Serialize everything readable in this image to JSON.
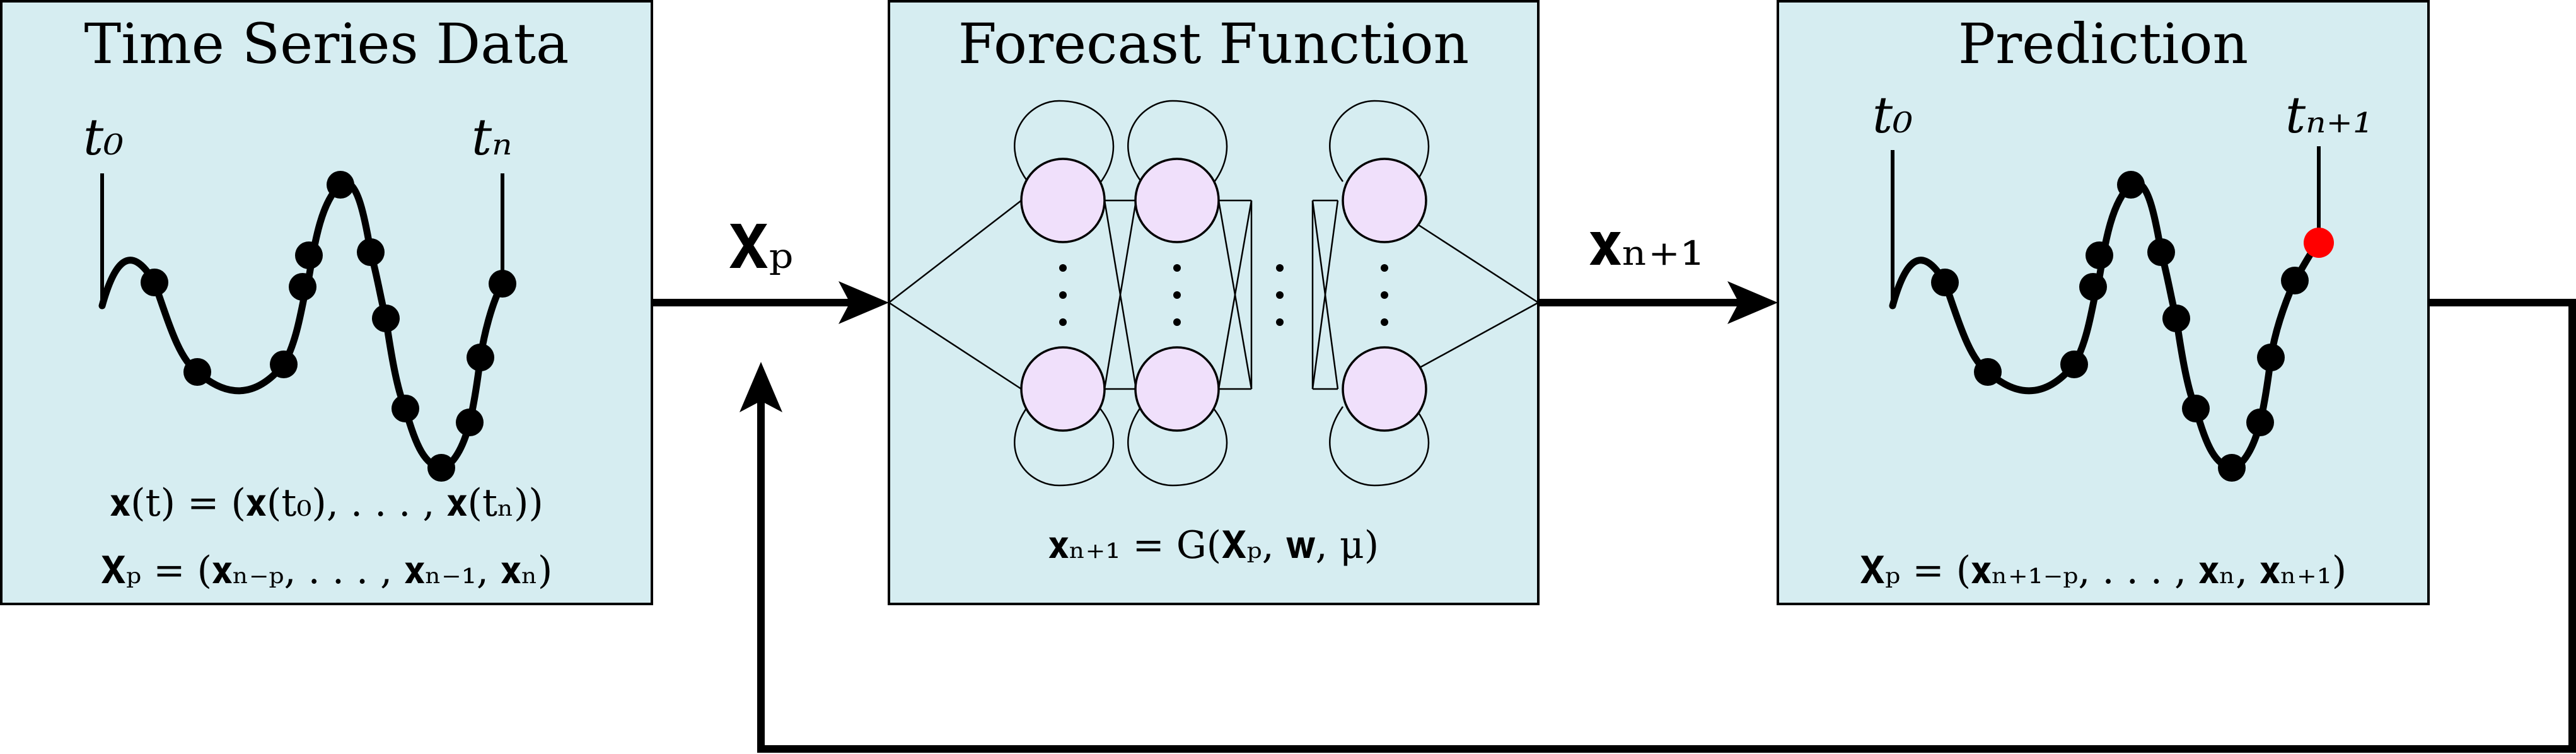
{
  "panels": {
    "input": {
      "title": "Time Series Data",
      "tick_start": "t₀",
      "tick_end": "tₙ",
      "formula_series": "𝐱(t) = (𝐱(t₀), . . . , 𝐱(tₙ))",
      "formula_window": "𝐗ₚ = (𝐱ₙ₋ₚ, . . . , 𝐱ₙ₋₁, 𝐱ₙ)"
    },
    "model": {
      "title": "Forecast Function",
      "formula": "𝐱ₙ₊₁ = G(𝐗ₚ, 𝐰, μ)"
    },
    "output": {
      "title": "Prediction",
      "tick_start": "t₀",
      "tick_end": "tₙ₊₁",
      "formula_window": "𝐗ₚ = (𝐱ₙ₊₁₋ₚ, . . . , 𝐱ₙ, 𝐱ₙ₊₁)"
    }
  },
  "arrows": {
    "input_to_model": "𝐗ₚ",
    "model_to_output": "𝐱ₙ₊₁"
  },
  "colors": {
    "panel_fill": "#d6edf1",
    "neuron_fill": "#f0e0fb",
    "predicted_point": "#ff0000"
  }
}
